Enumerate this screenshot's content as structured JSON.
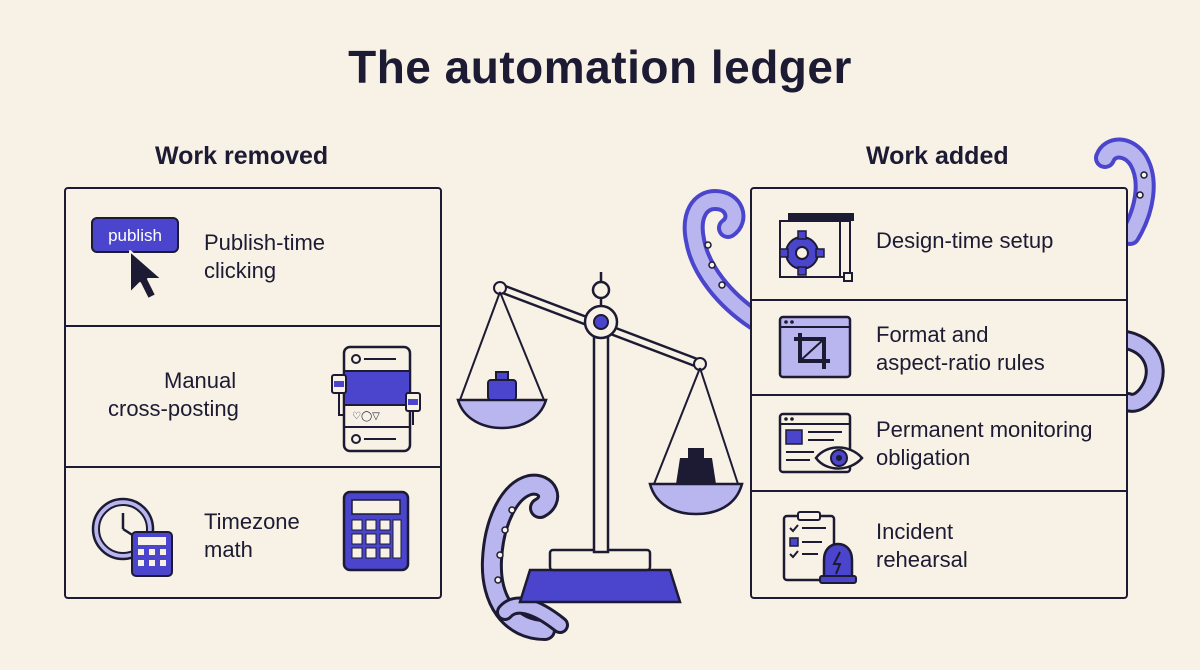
{
  "title": "The automation ledger",
  "left": {
    "heading": "Work removed",
    "items": [
      {
        "lines": [
          "Publish-time",
          "clicking"
        ],
        "icon": "publish-button-cursor-icon",
        "button_text": "publish"
      },
      {
        "lines": [
          "Manual",
          "cross-posting"
        ],
        "icon": "social-post-cards-icon"
      },
      {
        "lines": [
          "Timezone",
          "math"
        ],
        "icon": "clock-calculator-icon"
      }
    ]
  },
  "right": {
    "heading": "Work added",
    "items": [
      {
        "lines": [
          "Design-time setup"
        ],
        "icon": "gear-blueprint-icon"
      },
      {
        "lines": [
          "Format and",
          "aspect-ratio rules"
        ],
        "icon": "crop-window-icon"
      },
      {
        "lines": [
          "Permanent monitoring",
          "obligation"
        ],
        "icon": "monitoring-eye-icon"
      },
      {
        "lines": [
          "Incident",
          "rehearsal"
        ],
        "icon": "checklist-alarm-icon"
      }
    ]
  },
  "colors": {
    "ink": "#1c1b33",
    "accent": "#4a45cc",
    "accent_light": "#b9b5ee",
    "background": "#f8f1e5"
  }
}
